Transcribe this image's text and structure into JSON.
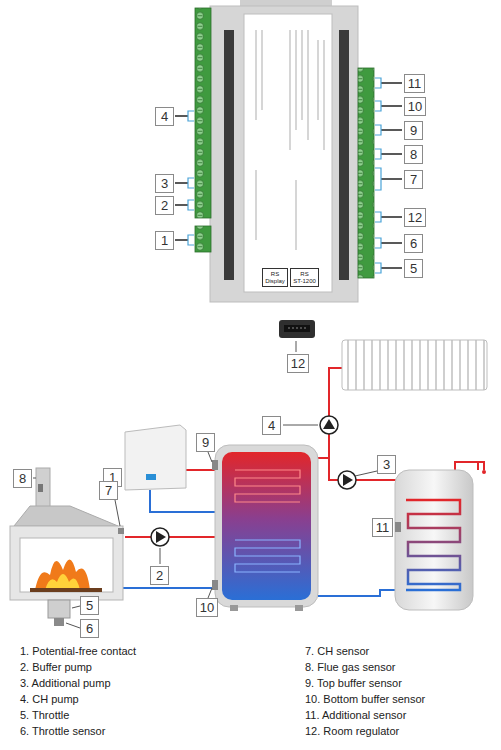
{
  "diagram": {
    "nodes": [
      {
        "text": [
          "11"
        ]
      },
      {
        "text": [
          "10"
        ]
      },
      {
        "text": [
          "4"
        ]
      },
      {
        "text": [
          "9"
        ]
      },
      {
        "text": [
          "8"
        ]
      },
      {
        "text": [
          "7"
        ]
      },
      {
        "text": [
          "3"
        ]
      },
      {
        "text": [
          "2"
        ]
      },
      {
        "text": [
          "12"
        ]
      },
      {
        "text": [
          "1"
        ]
      },
      {
        "text": [
          "6"
        ]
      },
      {
        "text": [
          "5"
        ]
      },
      {
        "text": [
          "RS",
          "Display"
        ]
      },
      {
        "text": [
          "RS",
          "ST-1200"
        ]
      },
      {
        "text": [
          "12"
        ]
      },
      {
        "text": [
          "4"
        ]
      },
      {
        "text": [
          "9"
        ]
      },
      {
        "text": [
          "3"
        ]
      },
      {
        "text": [
          "8"
        ]
      },
      {
        "text": [
          "1"
        ]
      },
      {
        "text": [
          "7"
        ]
      },
      {
        "text": [
          "11"
        ]
      },
      {
        "text": [
          "2"
        ]
      },
      {
        "text": [
          "5"
        ]
      },
      {
        "text": [
          "10"
        ]
      },
      {
        "text": [
          "6"
        ]
      }
    ],
    "labels": [
      "1. Potential-free contact",
      "2. Buffer pump",
      "3. Additional pump",
      "4. CH pump",
      "5. Throttle",
      "6. Throttle sensor",
      "7. CH sensor",
      "8. Flue gas sensor",
      "9. Top buffer sensor",
      "10. Bottom buffer sensor",
      "11. Additional sensor",
      "12. Room regulator"
    ]
  }
}
